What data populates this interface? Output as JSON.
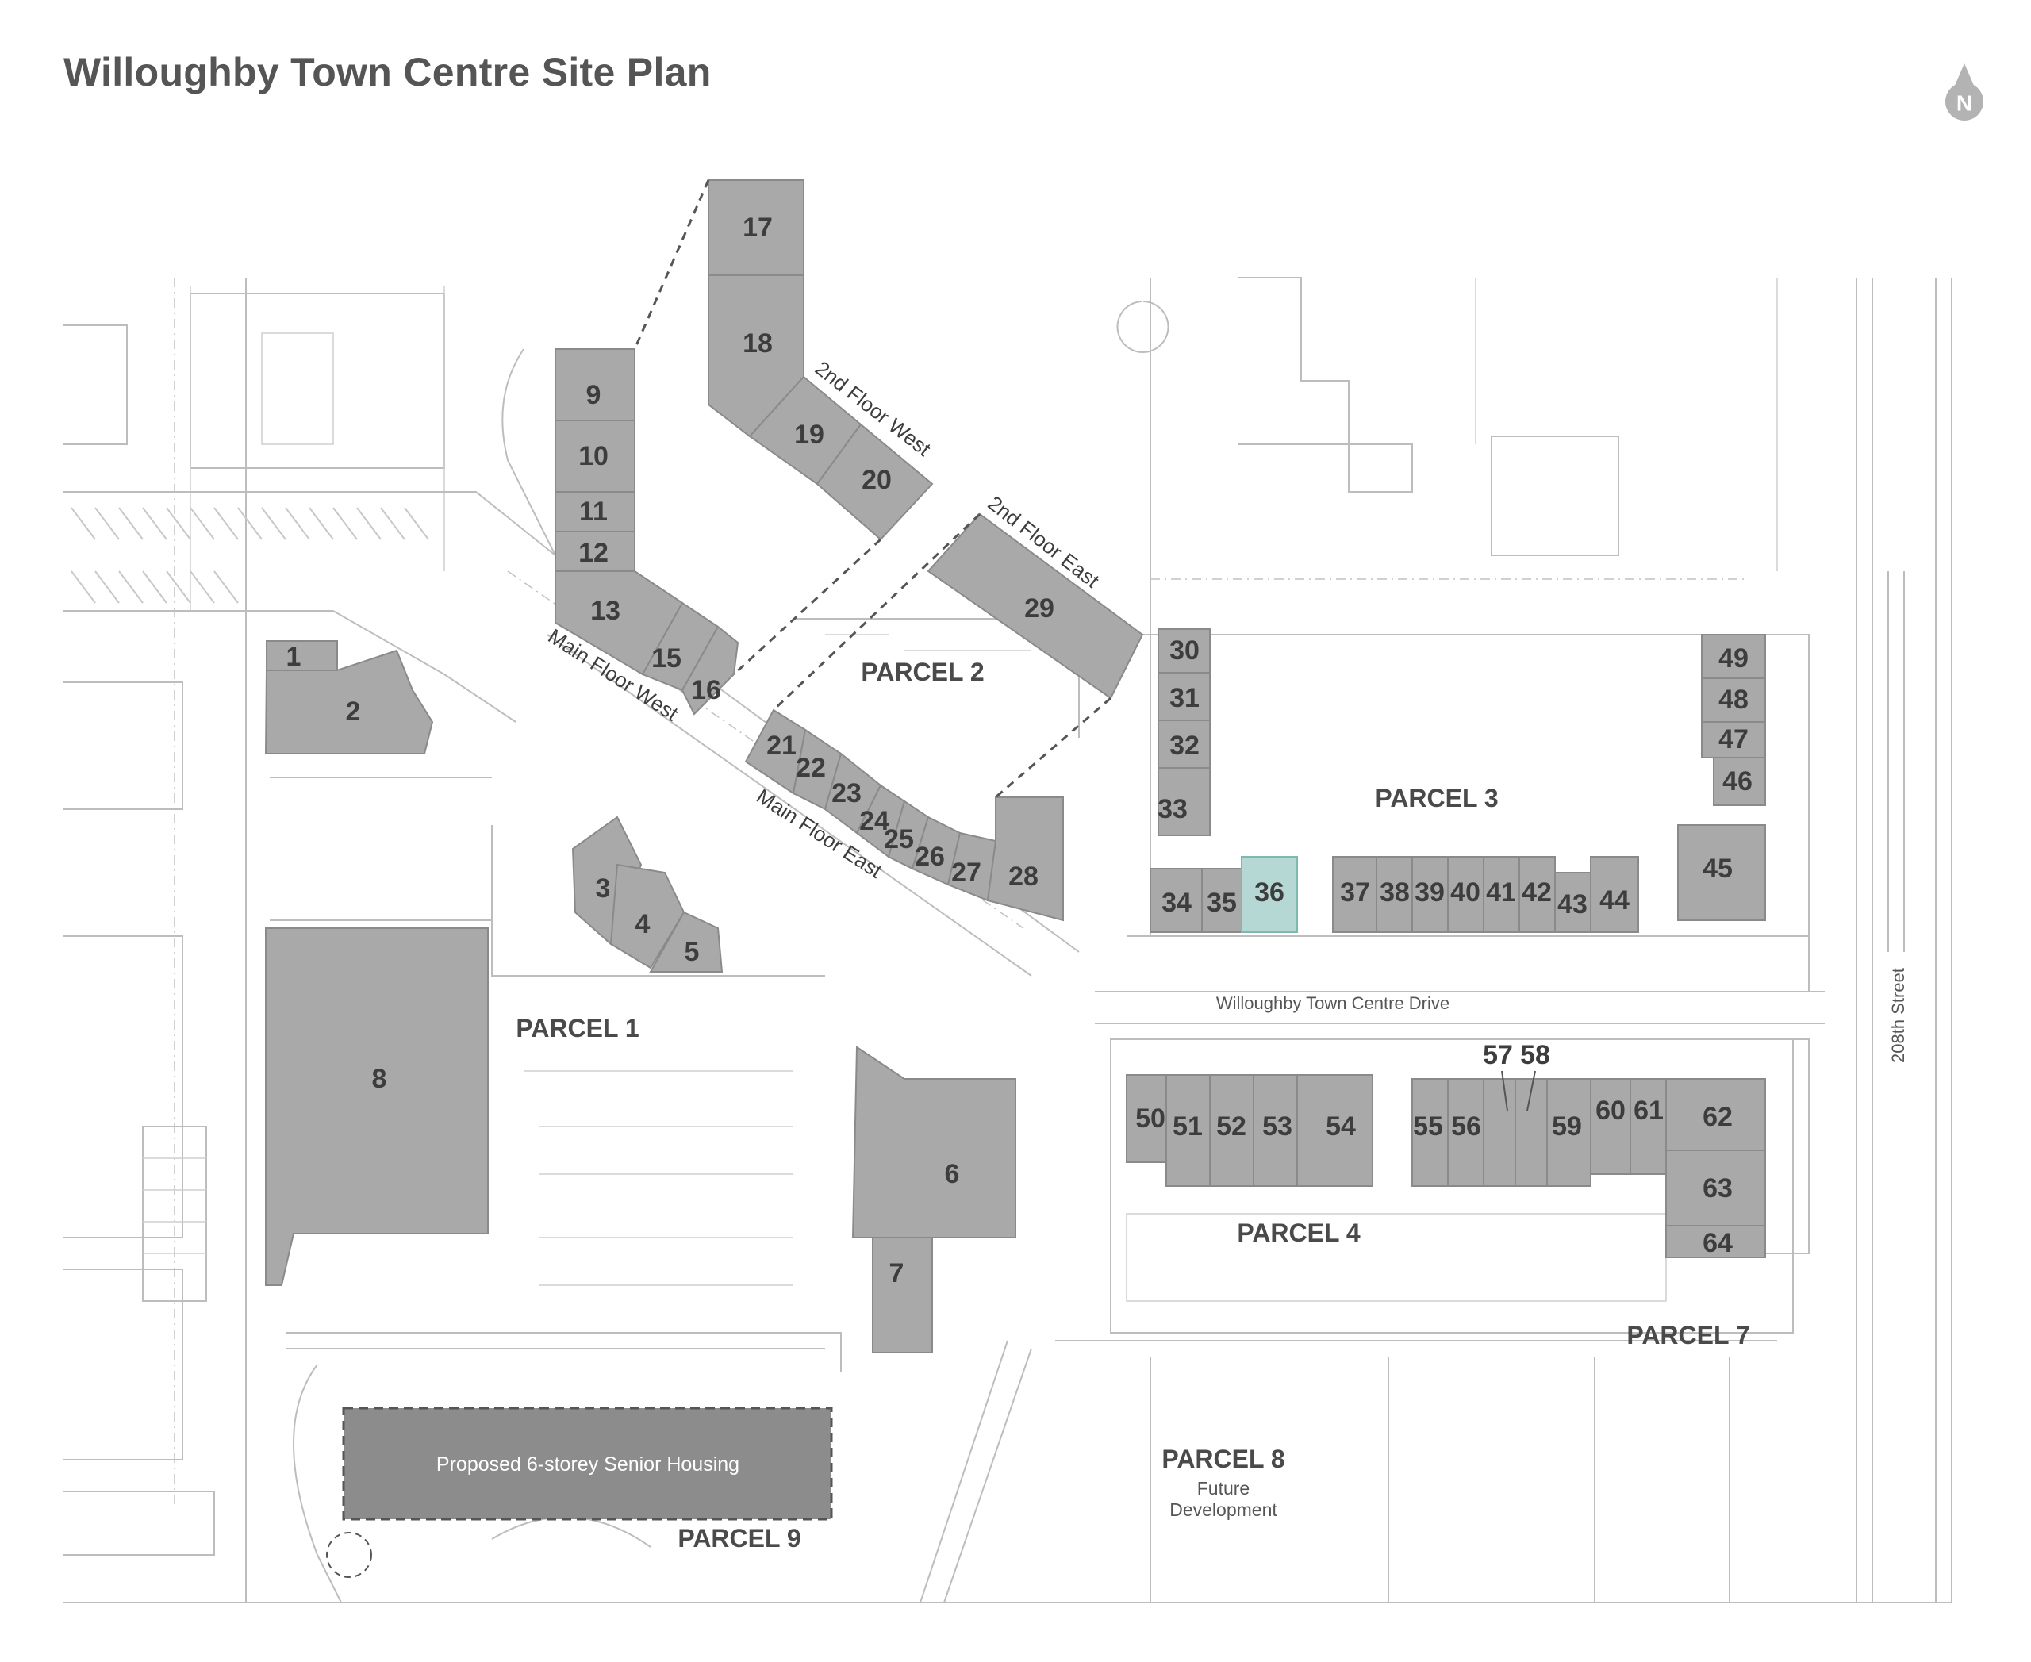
{
  "title": "Willoughby Town Centre Site Plan",
  "compass": {
    "letter": "N",
    "icon": "north-arrow-icon"
  },
  "colors": {
    "unit_fill": "#a9a9a9",
    "highlight_fill": "#b6d8d4",
    "senior_housing_fill": "#8c8c8c",
    "text": "#555555"
  },
  "parcels": {
    "p1": "PARCEL 1",
    "p2": "PARCEL 2",
    "p3": "PARCEL 3",
    "p4": "PARCEL 4",
    "p7": "PARCEL 7",
    "p8": "PARCEL 8",
    "p9": "PARCEL 9"
  },
  "parcel8_note": [
    "Future",
    "Development"
  ],
  "senior_housing": "Proposed 6-storey Senior Housing",
  "streets": {
    "main_floor_west": "Main Floor West",
    "main_floor_east": "Main Floor East",
    "second_floor_west": "2nd Floor West",
    "second_floor_east": "2nd Floor East",
    "town_centre_drive": "Willoughby Town Centre Drive",
    "street_208": "208th Street"
  },
  "highlighted_unit": "36",
  "units": [
    "1",
    "2",
    "3",
    "4",
    "5",
    "6",
    "7",
    "8",
    "9",
    "10",
    "11",
    "12",
    "13",
    "15",
    "16",
    "17",
    "18",
    "19",
    "20",
    "21",
    "22",
    "23",
    "24",
    "25",
    "26",
    "27",
    "28",
    "29",
    "30",
    "31",
    "32",
    "33",
    "34",
    "35",
    "36",
    "37",
    "38",
    "39",
    "40",
    "41",
    "42",
    "43",
    "44",
    "45",
    "46",
    "47",
    "48",
    "49",
    "50",
    "51",
    "52",
    "53",
    "54",
    "55",
    "56",
    "57",
    "58",
    "59",
    "60",
    "61",
    "62",
    "63",
    "64"
  ]
}
